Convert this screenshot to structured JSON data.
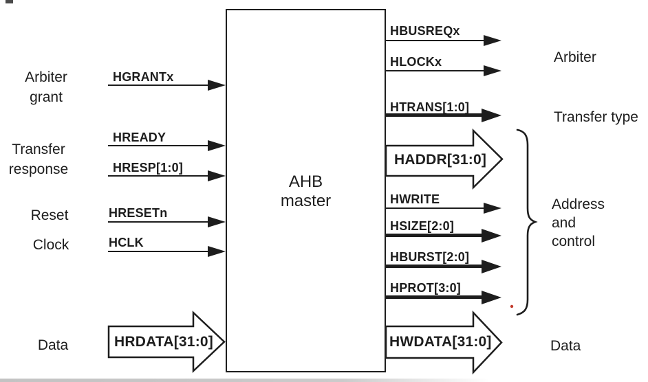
{
  "meta": {
    "description": "AHB master signal interface block diagram",
    "ink_color": "#1d1d1d",
    "background_color": "#ffffff",
    "artifact_dot_color": "#c2392b"
  },
  "block": {
    "line1": "AHB",
    "line2": "master"
  },
  "left": {
    "groups": {
      "arbiter_grant": {
        "line1": "Arbiter",
        "line2": "grant"
      },
      "transfer_response": {
        "line1": "Transfer",
        "line2": "response"
      },
      "reset": "Reset",
      "clock": "Clock",
      "data": "Data"
    },
    "signals": {
      "hgrantx": "HGRANTx",
      "hready": "HREADY",
      "hresp": "HRESP[1:0]",
      "hresetn": "HRESETn",
      "hclk": "HCLK",
      "hrdata": "HRDATA[31:0]"
    }
  },
  "right": {
    "signals": {
      "hbusreqx": "HBUSREQx",
      "hlockx": "HLOCKx",
      "htrans": "HTRANS[1:0]",
      "haddr": "HADDR[31:0]",
      "hwrite": "HWRITE",
      "hsize": "HSIZE[2:0]",
      "hburst": "HBURST[2:0]",
      "hprot": "HPROT[3:0]",
      "hwdata": "HWDATA[31:0]"
    },
    "groups": {
      "arbiter": "Arbiter",
      "transfer_type": "Transfer type",
      "address_control": {
        "line1": "Address",
        "line2": "and",
        "line3": "control"
      },
      "data": "Data"
    }
  }
}
